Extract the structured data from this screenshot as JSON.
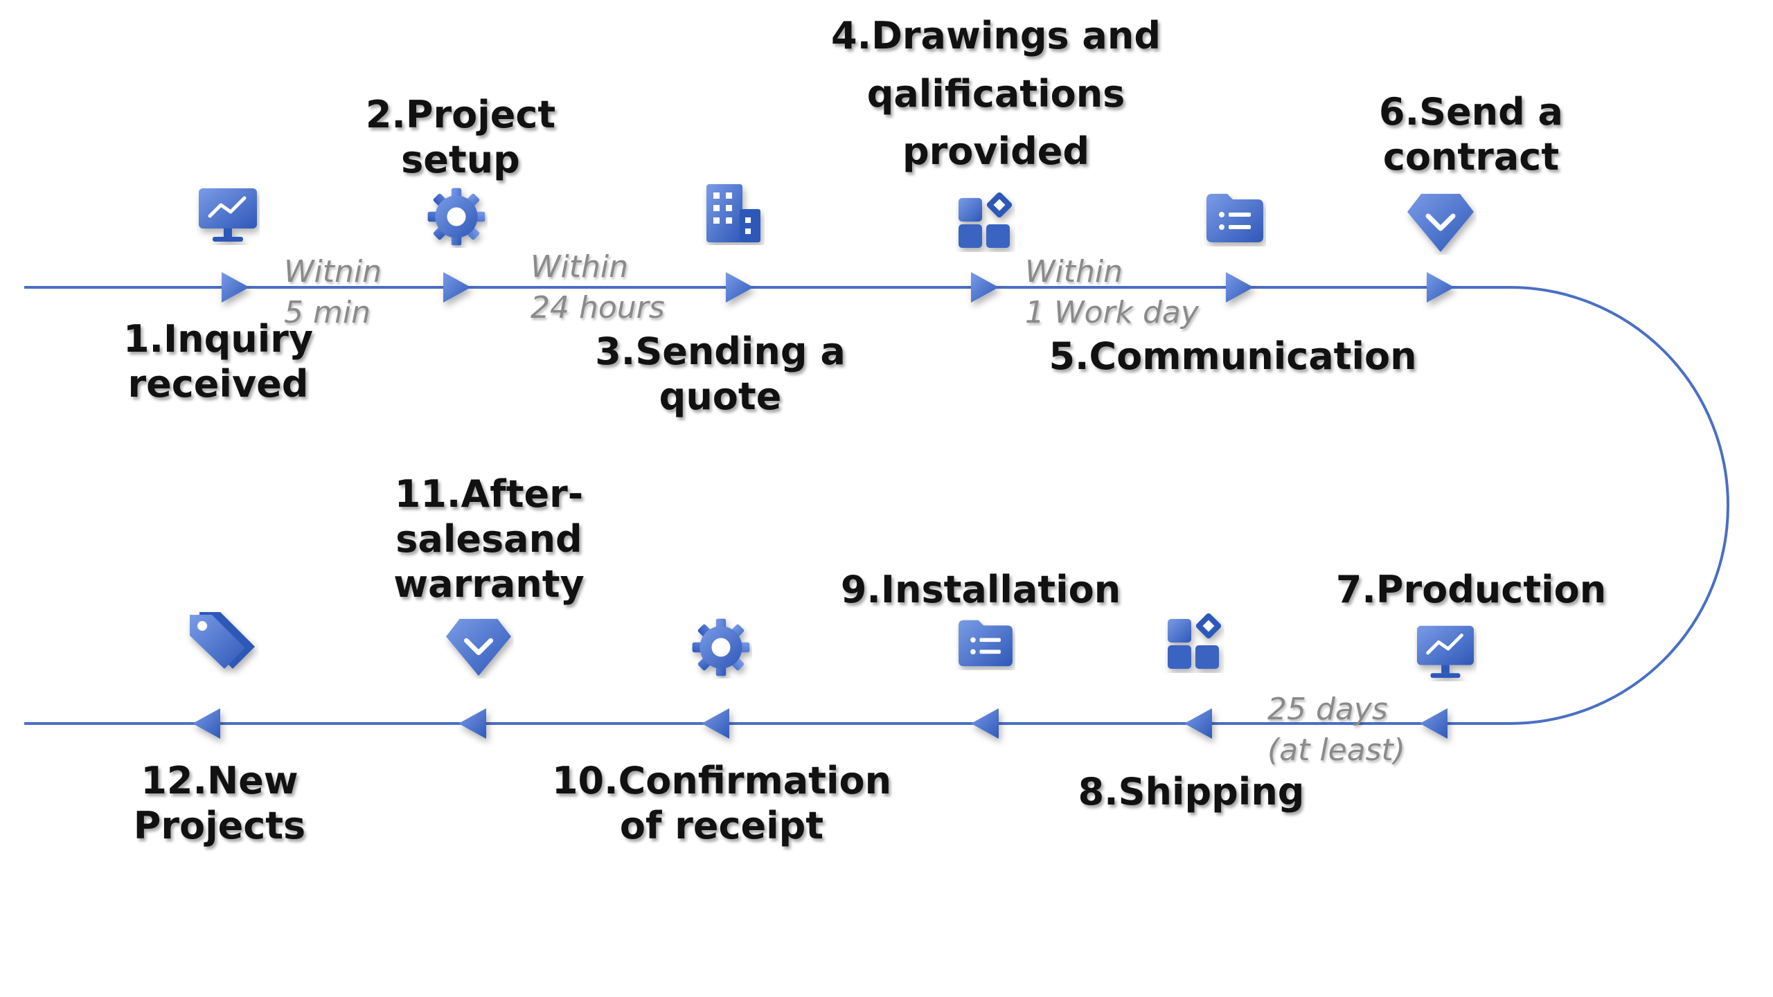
{
  "colors": {
    "line": "#4a6fc4",
    "icon_light": "#6b8fe0",
    "icon_dark": "#2f58b8",
    "label": "#111111",
    "timing": "#8a8a8a"
  },
  "steps": [
    {
      "id": 1,
      "label": "1.Inquiry\nreceived",
      "icon": "monitor-chart-icon"
    },
    {
      "id": 2,
      "label": "2.Project\nsetup",
      "icon": "gear-icon"
    },
    {
      "id": 3,
      "label": "3.Sending a\nquote",
      "icon": "building-icon"
    },
    {
      "id": 4,
      "label": "4.Drawings and\nqalifications\nprovided",
      "icon": "blocks-icon"
    },
    {
      "id": 5,
      "label": "5.Communication",
      "icon": "folder-list-icon"
    },
    {
      "id": 6,
      "label": "6.Send a\ncontract",
      "icon": "badge-check-icon"
    },
    {
      "id": 7,
      "label": "7.Production",
      "icon": "monitor-chart-icon"
    },
    {
      "id": 8,
      "label": "8.Shipping",
      "icon": "blocks-icon"
    },
    {
      "id": 9,
      "label": "9.Installation",
      "icon": "folder-list-icon"
    },
    {
      "id": 10,
      "label": "10.Confirmation\nof receipt",
      "icon": "gear-icon"
    },
    {
      "id": 11,
      "label": "11.After-\nsalesand\nwarranty",
      "icon": "badge-check-icon"
    },
    {
      "id": 12,
      "label": "12.New\nProjects",
      "icon": "tags-icon"
    }
  ],
  "timings": [
    {
      "between": "1-2",
      "text": "Witnin\n5 min"
    },
    {
      "between": "2-3",
      "text": "Within\n24 hours"
    },
    {
      "between": "4-5",
      "text": "Within\n1 Work day"
    },
    {
      "between": "7-8",
      "text": "25 days\n(at least)"
    }
  ]
}
